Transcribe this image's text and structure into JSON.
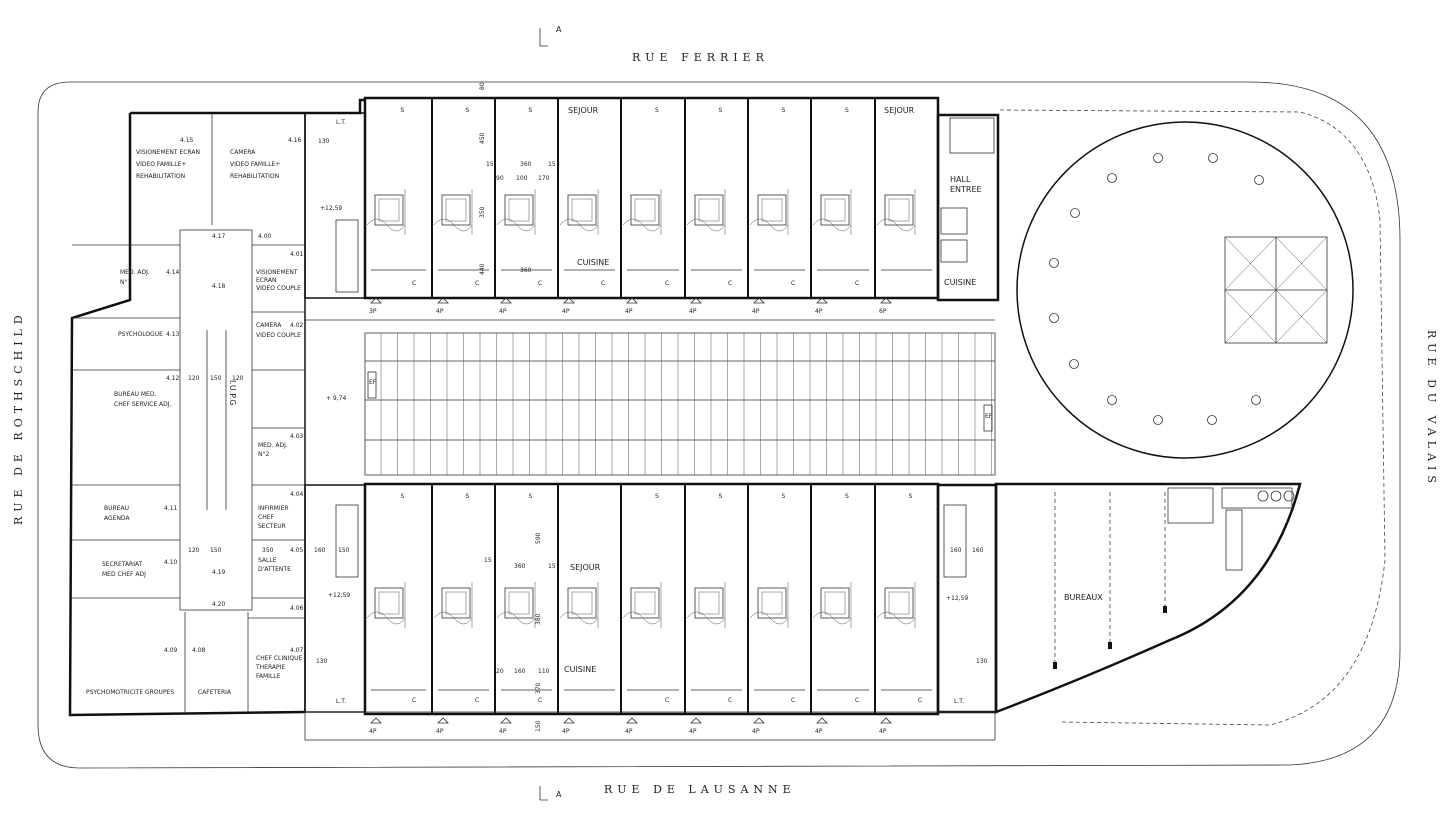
{
  "streets": {
    "north": "RUE FERRIER",
    "south": "RUE DE LAUSANNE",
    "west": "RUE DE ROTHSCHILD",
    "east": "RUE DU VALAIS"
  },
  "section_marker": "A",
  "rooms_west": {
    "r415": {
      "line1": "VISIONEMENT ECRAN",
      "line2": "VIDEO FAMILLE+",
      "line3": "REHABILITATION",
      "num": "4.15"
    },
    "r416": {
      "line1": "CAMERA",
      "line2": "VIDEO FAMILLE+",
      "line3": "REHABILITATION",
      "num": "4.16"
    },
    "r414": {
      "line1": "MED. ADJ.",
      "line2": "N°1",
      "num": "4.14"
    },
    "r413": {
      "line1": "PSYCHOLOGUE",
      "num": "4.13"
    },
    "r412": {
      "line1": "BUREAU MED.",
      "line2": "CHEF SERVICE ADJ.",
      "num": "4.12"
    },
    "r411": {
      "line1": "BUREAU",
      "line2": "AGENDA",
      "num": "4.11"
    },
    "r410": {
      "line1": "SECRETARIAT",
      "line2": "MED CHEF ADJ",
      "num": "4.10"
    },
    "r409": {
      "line1": "PSYCHOMOTRICITE GROUPES",
      "num": "4.09"
    },
    "r408": {
      "line1": "CAFETERIA",
      "num": "4.08"
    },
    "r401": {
      "line1": "VISIONEMENT",
      "line2": "ECRAN",
      "line3": "VIDEO COUPLE",
      "num": "4.01"
    },
    "r402": {
      "line1": "CAMERA",
      "line2": "VIDEO COUPLE",
      "num": "4.02"
    },
    "r403": {
      "line1": "MED. ADJ.",
      "line2": "N°2",
      "num": "4.03"
    },
    "r404": {
      "line1": "INFIRMIER",
      "line2": "CHEF",
      "line3": "SECTEUR",
      "num": "4.04"
    },
    "r405": {
      "line1": "SALLE",
      "line2": "D'ATTENTE",
      "num": "4.05"
    },
    "r407": {
      "line1": "CHEF CLINIQUE",
      "line2": "THERAPIE",
      "line3": "FAMILLE",
      "num": "4.07"
    },
    "iupg": "I.U.P.G",
    "num_417": "4.17",
    "num_400": "4.00",
    "num_406": "4.06",
    "num_418": "4.18",
    "num_419": "4.19",
    "num_420": "4.20"
  },
  "labels": {
    "sejour": "SEJOUR",
    "cuisine": "CUISINE",
    "hall": "HALL",
    "entree": "ENTREE",
    "bureaux": "BUREAUX",
    "lt": "L.T.",
    "ef": "EF",
    "s": "S",
    "c": "C",
    "p4": "4P",
    "p3": "3P",
    "p6": "6P",
    "level_1259": "+12,59",
    "level_974": "+ 9,74"
  },
  "dims": {
    "d130": "130",
    "d120": "120",
    "d150": "150",
    "d160": "160",
    "d350": "350",
    "d360": "360",
    "d380": "380",
    "d450": "450",
    "d590": "590",
    "d370": "370",
    "d15": "15",
    "d90": "90",
    "d100": "100",
    "d170": "170",
    "d80": "80",
    "d440": "440",
    "d20": "20",
    "d110": "110"
  }
}
